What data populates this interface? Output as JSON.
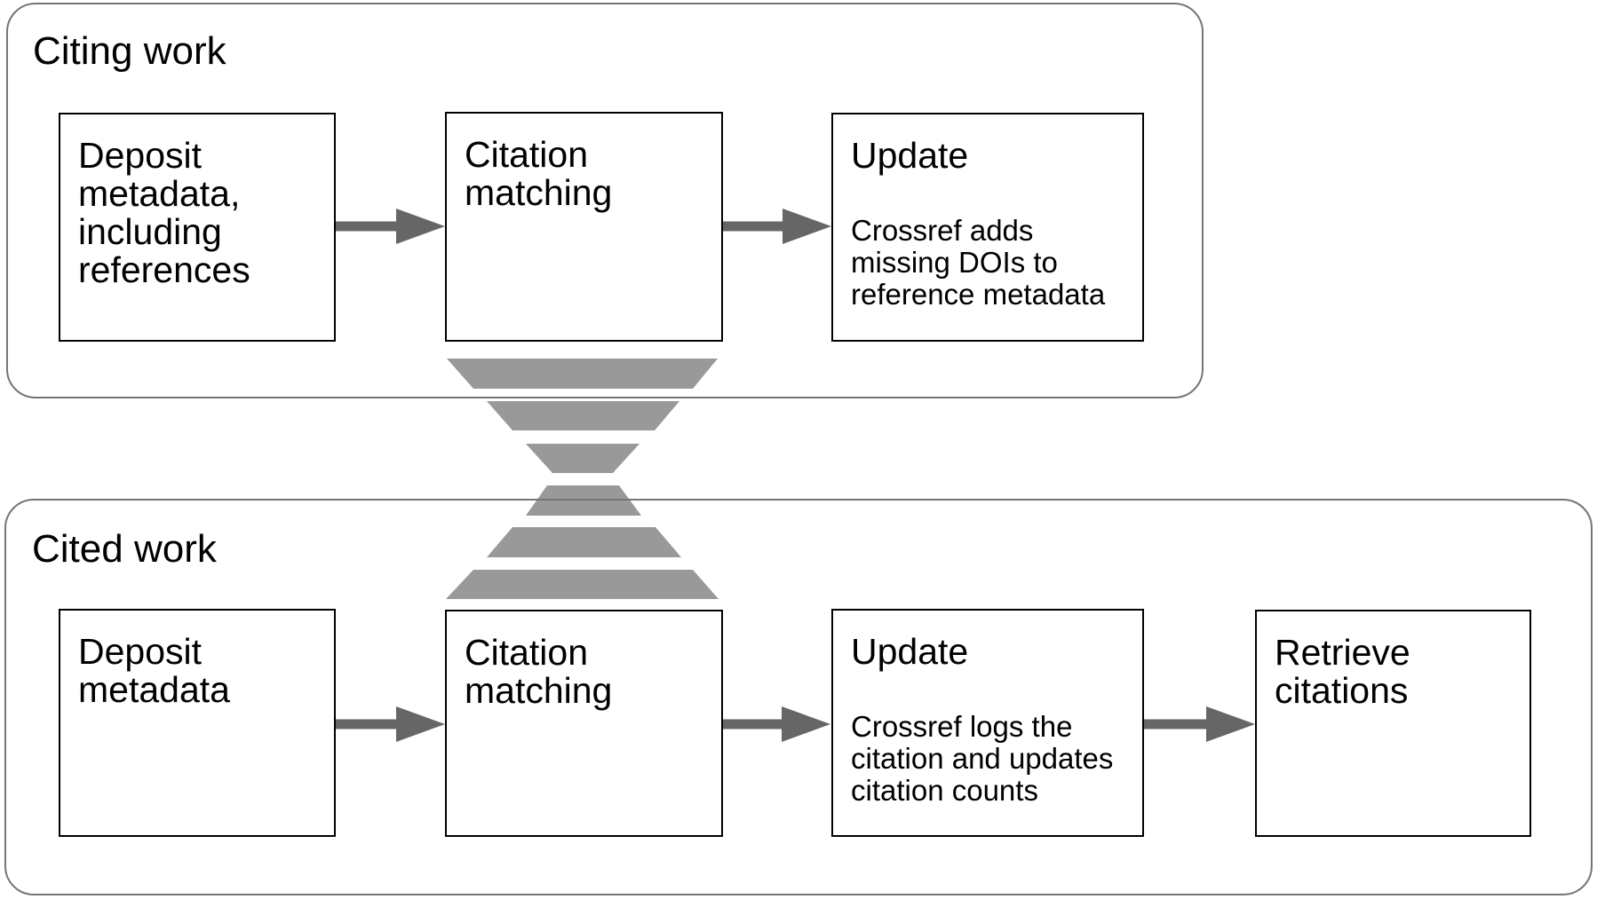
{
  "colors": {
    "background": "#ffffff",
    "text": "#000000",
    "box_border": "#000000",
    "frame_border": "#757575",
    "arrow": "#666666",
    "funnel": "#999999"
  },
  "sections": [
    {
      "title": "Citing work",
      "boxes": [
        {
          "text": "Deposit\nmetadata,\nincluding\nreferences"
        },
        {
          "text": "Citation\nmatching"
        },
        {
          "title": "Update",
          "description": "Crossref adds\nmissing DOIs to\nreference metadata"
        }
      ]
    },
    {
      "title": "Cited work",
      "boxes": [
        {
          "text": "Deposit\nmetadata"
        },
        {
          "text": "Citation\nmatching"
        },
        {
          "title": "Update",
          "description": "Crossref logs the\ncitation and updates\ncitation counts"
        },
        {
          "text": "Retrieve\ncitations"
        }
      ]
    }
  ]
}
